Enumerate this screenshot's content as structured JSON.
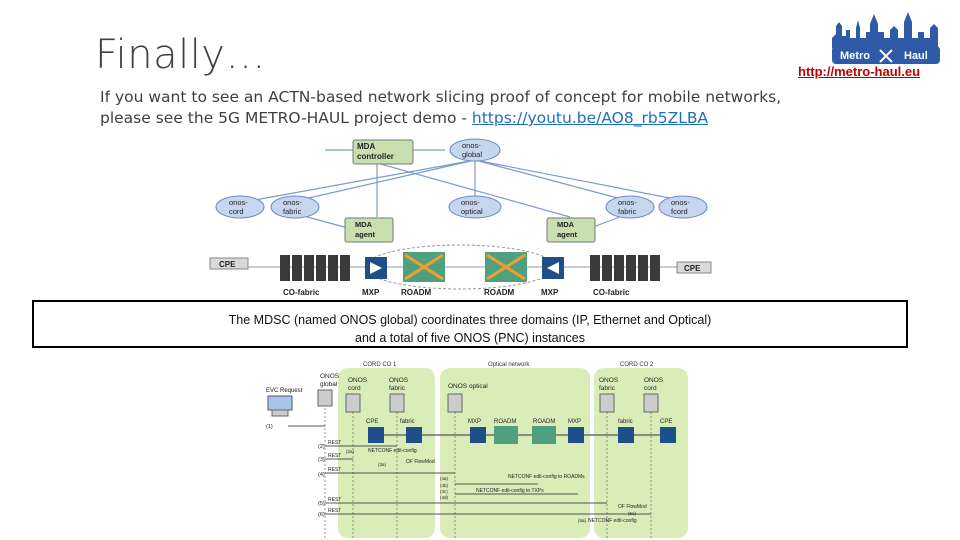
{
  "slide": {
    "title": "Finally…",
    "site_url": "http://metro-haul.eu",
    "body_line1": "If you want to see an ACTN-based network slicing proof of concept for mobile networks,",
    "body_line2_prefix": "please see the 5G METRO-HAUL project demo - ",
    "demo_link": "https://youtu.be/AO8_rb5ZLBA",
    "caption_line1": "The MDSC (named ONOS global) coordinates three domains (IP, Ethernet and Optical)",
    "caption_line2": "and a total of five ONOS (PNC) instances"
  },
  "logo": {
    "left": "Metro",
    "right": "Haul",
    "brand_color": "#2e5aa8"
  },
  "diagram_top": {
    "mda_controller": [
      "MDA",
      "controller"
    ],
    "onos_global": [
      "onos-",
      "global"
    ],
    "onos_cord": [
      "onos-",
      "cord"
    ],
    "onos_fabric_left": [
      "onos-",
      "fabric"
    ],
    "onos_optical": [
      "onos-",
      "optical"
    ],
    "onos_fabric_right": [
      "onos-",
      "fabric"
    ],
    "onos_fcord": [
      "onos-",
      "fcord"
    ],
    "mda_agent_left": [
      "MDA",
      "agent"
    ],
    "mda_agent_right": [
      "MDA",
      "agent"
    ],
    "cpe_left": "CPE",
    "cpe_right": "CPE",
    "bottom_labels": [
      "CO-fabric",
      "MXP",
      "ROADM",
      "ROADM",
      "MXP",
      "CO-fabric"
    ]
  },
  "diagram_bottom": {
    "headers": [
      "CORD CO 1",
      "Optical network",
      "CORD CO 2"
    ],
    "onos_global": [
      "ONOS",
      "global"
    ],
    "evc_request": "EVC Request",
    "top_nodes": [
      [
        "ONOS",
        "cord"
      ],
      [
        "ONOS",
        "fabric"
      ],
      [
        "ONOS optical"
      ],
      [
        "ONOS",
        "fabric"
      ],
      [
        "ONOS",
        "cord"
      ]
    ],
    "row_labels": [
      "CPE",
      "fabric",
      "MXP",
      "ROADM",
      "ROADM",
      "MXP",
      "fabric",
      "CPE"
    ],
    "steps": [
      "(1)",
      "(2)",
      "(3)",
      "(4)",
      "(5)",
      "(6)"
    ],
    "messages": [
      "REST",
      "NETCONF edit-config",
      "REST",
      "OF FlowMod",
      "REST",
      "NETCONF edit-config to ROADMs",
      "NETCONF edit-config to TXPs",
      "REST",
      "OF FlowMod",
      "REST",
      "NETCONF edit-config"
    ],
    "sub_steps": [
      "(2a)",
      "(3a)",
      "(4a)",
      "(4b)",
      "(4c)",
      "(4d)",
      "(5a)",
      "(6a)"
    ]
  }
}
